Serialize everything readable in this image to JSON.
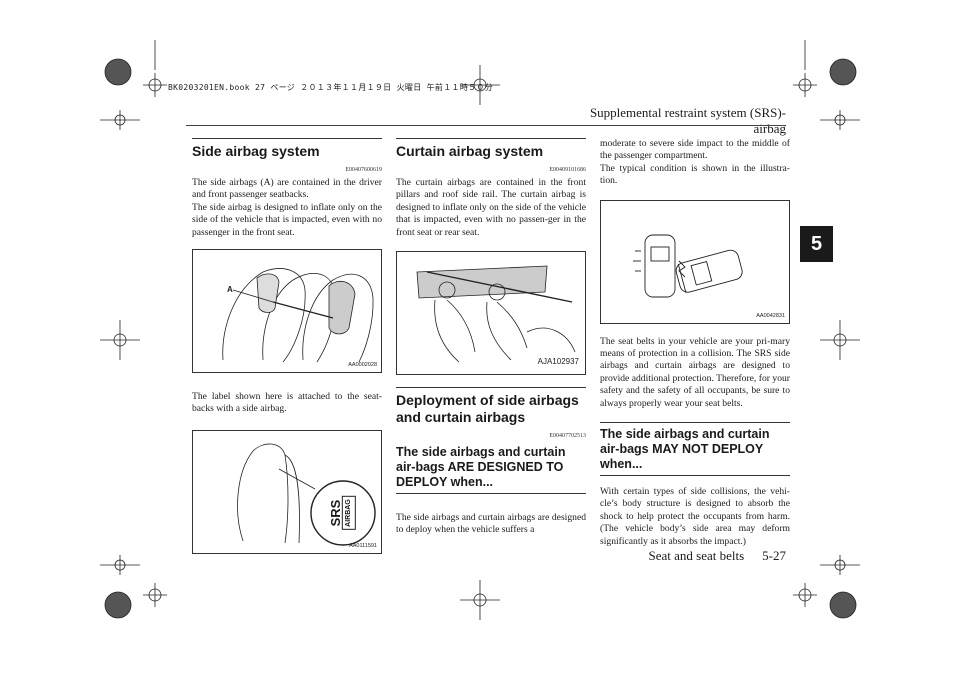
{
  "header": {
    "title": "Supplemental restraint system (SRS)-airbag",
    "file_stamp": "BK0203201EN.book  27 ページ  ２０１３年１１月１９日  火曜日  午前１１時５０分"
  },
  "chapter_tab": "5",
  "footer": {
    "section": "Seat and seat belts",
    "page": "5-27"
  },
  "col1": {
    "title": "Side airbag system",
    "code": "E00407600619",
    "p1": "The side airbags (A) are contained in the driver and front passenger seatbacks.",
    "p2": "The side airbag is designed to inflate only on the side of the vehicle that is impacted, even with no passenger in the front seat.",
    "fig1_label": "A",
    "fig1_code": "AA0002028",
    "p3": "The label shown here is attached to the seat-backs with a side airbag.",
    "fig2_code": "AA0111591",
    "label_srs": "SRS",
    "label_airbag": "AIRBAG"
  },
  "col2": {
    "title": "Curtain airbag system",
    "code": "E00409101686",
    "p1": "The curtain airbags are contained in the front pillars and roof side rail. The curtain airbag is designed to inflate only on the side of the vehicle that is impacted, even with no passen-ger in the front seat or rear seat.",
    "fig_code": "AJA102937",
    "deploy_title": "Deployment of side airbags and curtain airbags",
    "deploy_code": "E00407702513",
    "designed_title": "The side airbags and curtain air-bags ARE DESIGNED TO DEPLOY when...",
    "p2": "The side airbags and curtain airbags are designed to deploy when the vehicle suffers a"
  },
  "col3": {
    "p1": "moderate to severe side impact to the middle of the passenger compartment.",
    "p2": "The typical condition is shown in the illustra-tion.",
    "fig_code": "AA0042831",
    "p3": "The seat belts in your vehicle are your pri-mary means of protection in a collision. The SRS side airbags and curtain airbags are designed to provide additional protection. Therefore, for your safety and the safety of all occupants, be sure to always properly wear your seat belts.",
    "not_title": "The side airbags and curtain air-bags MAY NOT DEPLOY when...",
    "p4": "With certain types of side collisions, the vehi-cle’s body structure is designed to absorb the shock to help protect the occupants from harm. (The vehicle body’s side area may deform significantly as it absorbs the impact.)"
  }
}
